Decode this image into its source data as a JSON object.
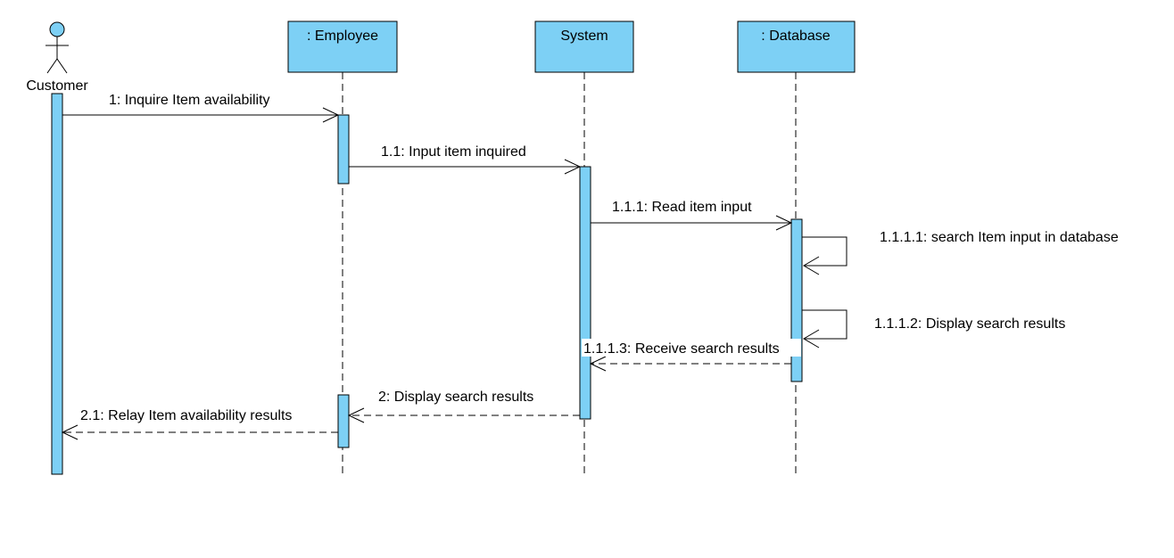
{
  "diagram": {
    "type": "sequence",
    "participants": [
      {
        "id": "customer",
        "name": "Customer",
        "kind": "actor"
      },
      {
        "id": "employee",
        "name": ": Employee",
        "kind": "object"
      },
      {
        "id": "system",
        "name": "System",
        "kind": "object"
      },
      {
        "id": "database",
        "name": ": Database",
        "kind": "object"
      }
    ],
    "messages": [
      {
        "label": "1: Inquire Item availability",
        "from": "customer",
        "to": "employee",
        "style": "sync"
      },
      {
        "label": "1.1: Input item inquired",
        "from": "employee",
        "to": "system",
        "style": "sync"
      },
      {
        "label": "1.1.1: Read item input",
        "from": "system",
        "to": "database",
        "style": "sync"
      },
      {
        "label": "1.1.1.1: search Item input in database",
        "from": "database",
        "to": "database",
        "style": "self"
      },
      {
        "label": "1.1.1.2: Display search results",
        "from": "database",
        "to": "database",
        "style": "self"
      },
      {
        "label": "1.1.1.3: Receive search results",
        "from": "database",
        "to": "system",
        "style": "return"
      },
      {
        "label": "2: Display search results",
        "from": "system",
        "to": "employee",
        "style": "return"
      },
      {
        "label": "2.1: Relay Item availability results",
        "from": "employee",
        "to": "customer",
        "style": "return"
      }
    ],
    "colors": {
      "fill": "#7dd0f5",
      "line": "#000000",
      "background": "#ffffff"
    }
  }
}
